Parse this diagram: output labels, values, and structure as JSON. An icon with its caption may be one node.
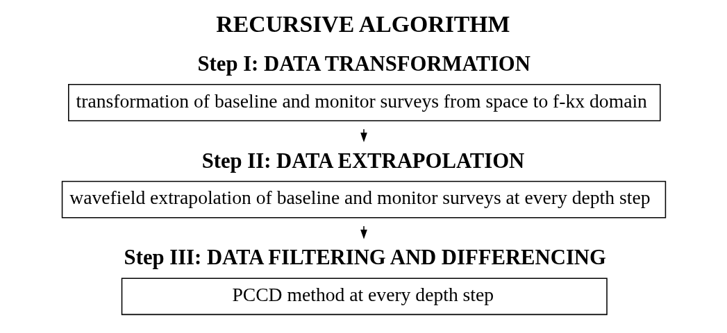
{
  "diagram": {
    "title": "RECURSIVE ALGORITHM",
    "nodes": [
      {
        "text": [
          "Step I: DATA TRANSFORMATION",
          "transformation of baseline and monitor surveys from space to f-kx domain"
        ]
      },
      {
        "text": [
          "Step II: DATA EXTRAPOLATION",
          "wavefield extrapolation of baseline and monitor surveys at every depth step"
        ]
      },
      {
        "text": [
          "Step III: DATA FILTERING AND DIFFERENCING",
          "PCCD method at every depth step"
        ]
      }
    ],
    "edges": [
      {
        "from": 0,
        "to": 1,
        "arrow": "to"
      },
      {
        "from": 1,
        "to": 2,
        "arrow": "to"
      }
    ]
  }
}
